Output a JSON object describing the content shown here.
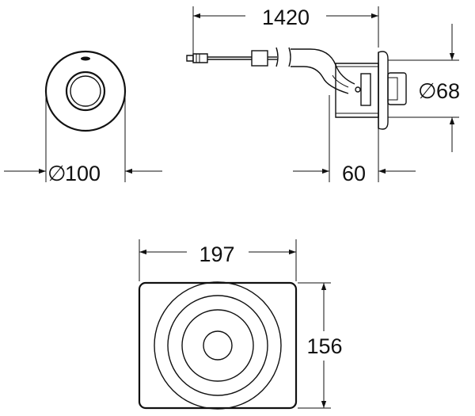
{
  "dimensions": {
    "cable_length": "1420",
    "plate_diameter": "100",
    "housing_diameter": "68",
    "depth": "60",
    "box_width": "197",
    "box_height": "156"
  },
  "symbols": {
    "diameter": "∅"
  },
  "colors": {
    "line": "#111111",
    "background": "#ffffff"
  }
}
